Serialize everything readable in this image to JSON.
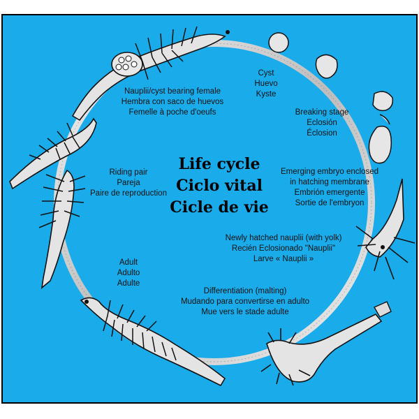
{
  "title": {
    "line1": "Life cycle",
    "line2": "Ciclo vital",
    "line3": "Cicle de vie"
  },
  "stages": {
    "cyst": [
      "Cyst",
      "Huevo",
      "Kyste"
    ],
    "breaking": [
      "Breaking stage",
      "Eclosión",
      "Éclosion"
    ],
    "emerging": [
      "Emerging embryo enclosed",
      "in hatching membrane",
      "Embrión emergente",
      "Sortie de l'embryon"
    ],
    "nauplii": [
      "Newly hatched nauplii (with yolk)",
      "Recién Eclosionado \"Nauplii\"",
      "Larve « Nauplii »"
    ],
    "differentiation": [
      "Differentiation (malting)",
      "Mudando para convertirse en adulto",
      "Mue vers le stade adulte"
    ],
    "adult": [
      "Adult",
      "Adulto",
      "Adulte"
    ],
    "riding": [
      "Riding pair",
      "Pareja",
      "Paire de reproduction"
    ],
    "female": [
      "Nauplii/cyst bearing female",
      "Hembra con saco de huevos",
      "Femelle à poche d'oeufs"
    ]
  },
  "colors": {
    "background": "#1aabeb",
    "ring": "#d0d0d0",
    "organism_fill": "#e4e4e4",
    "outline": "#111111"
  }
}
